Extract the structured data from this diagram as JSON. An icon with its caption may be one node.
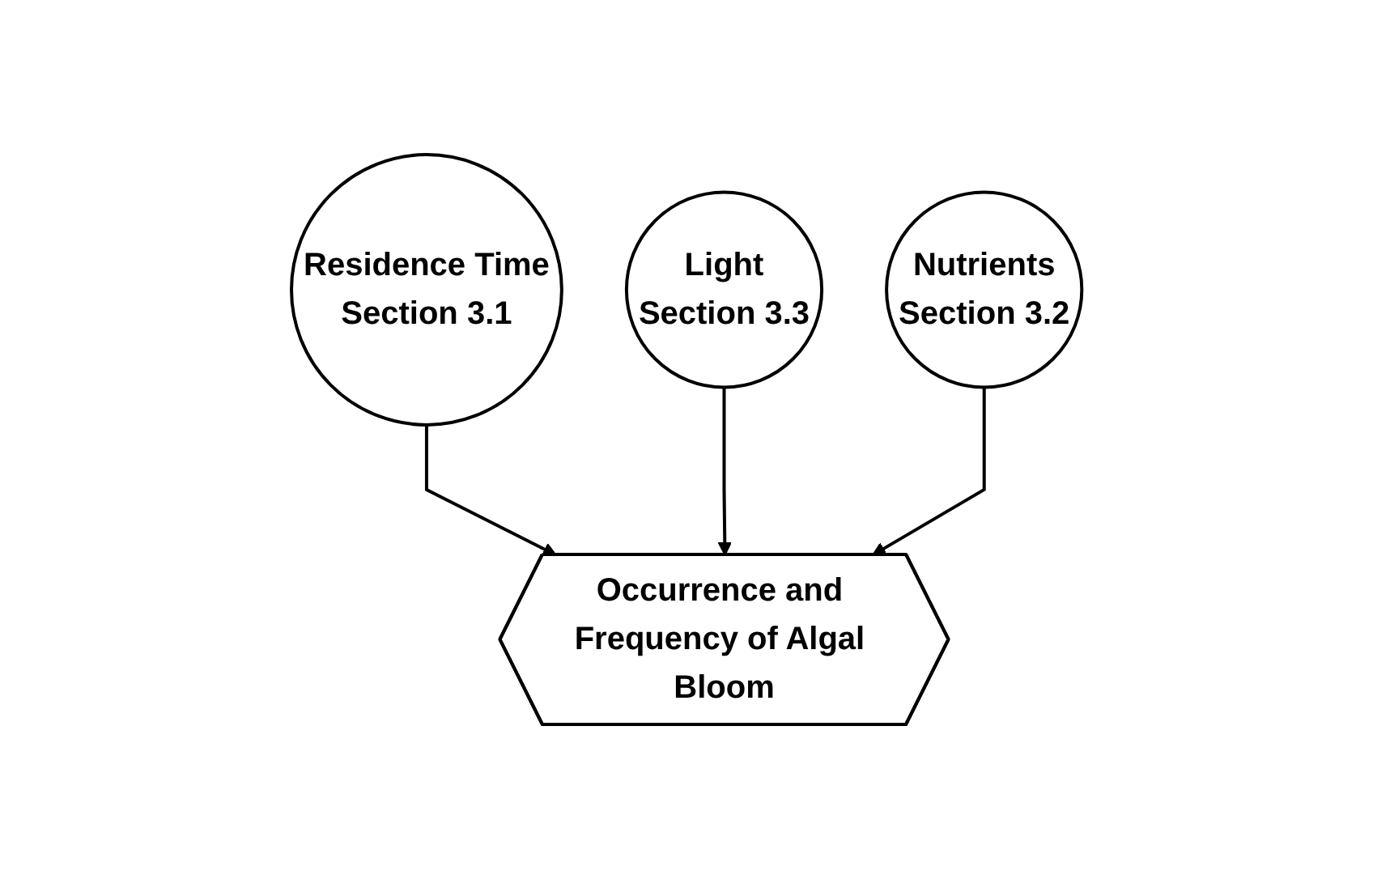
{
  "diagram": {
    "nodes": [
      {
        "text": [
          "Residence Time",
          "Section 3.1"
        ]
      },
      {
        "text": [
          "Light",
          "Section 3.3"
        ]
      },
      {
        "text": [
          "Nutrients",
          "Section 3.2"
        ]
      },
      {
        "text": [
          "Occurrence and Frequency of Algal Bloom"
        ]
      }
    ],
    "edges": [
      {
        "from": 0,
        "to": 3,
        "arrow": "to"
      },
      {
        "from": 1,
        "to": 3,
        "arrow": "to"
      },
      {
        "from": 2,
        "to": 3,
        "arrow": "to"
      }
    ]
  }
}
